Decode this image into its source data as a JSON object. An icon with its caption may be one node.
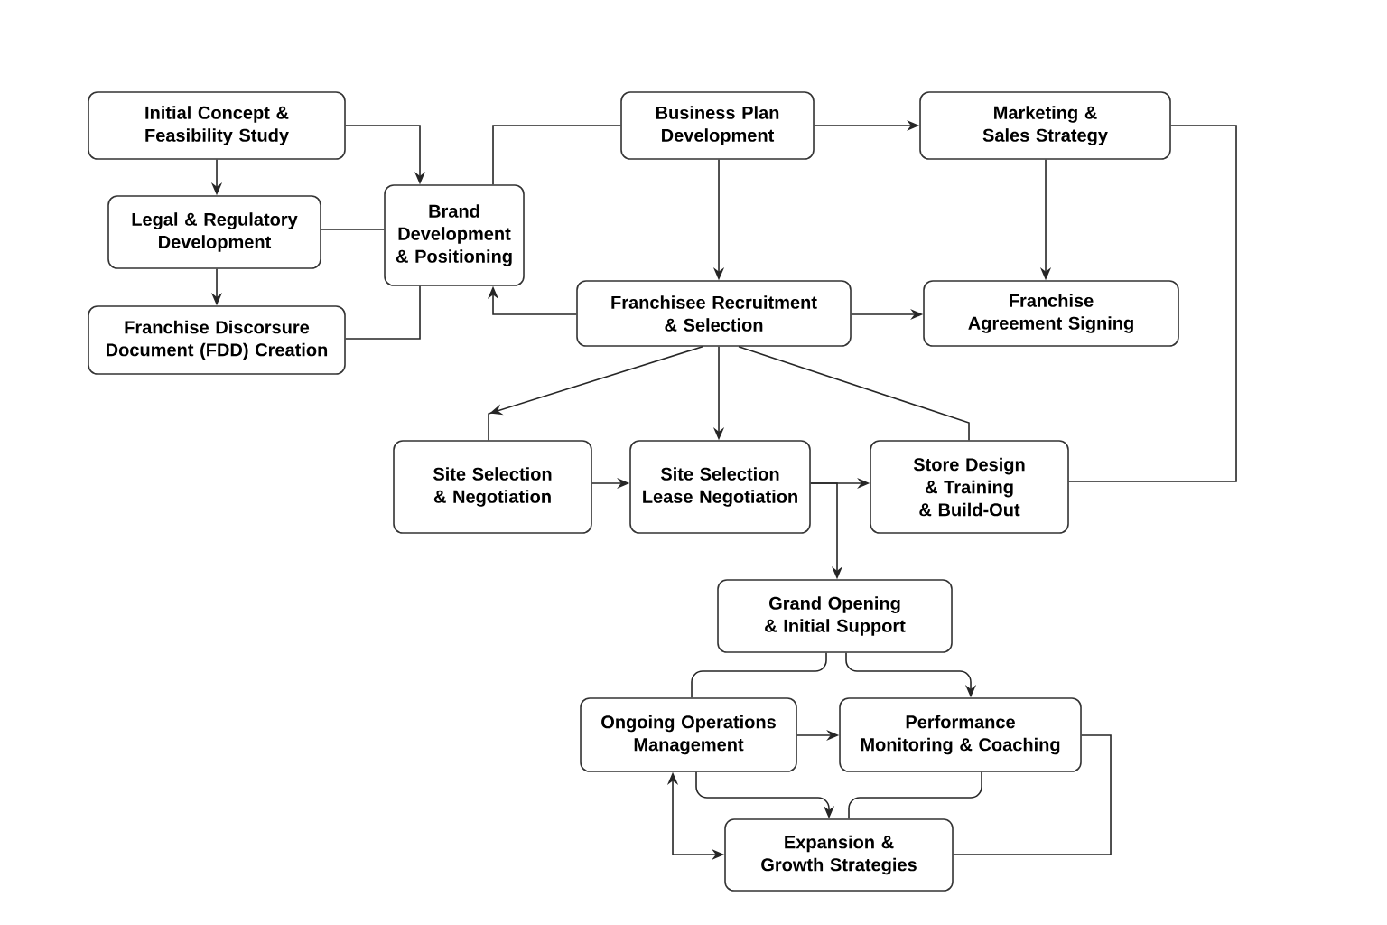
{
  "diagram": {
    "nodes": [
      {
        "text": [
          "Initial Concept & Feasibility Study"
        ]
      },
      {
        "text": [
          "Legal & Regulatory Development"
        ]
      },
      {
        "text": [
          "Franchise Discorsure Document (FDD) Creation"
        ]
      },
      {
        "text": [
          "Brand Development & Positioning"
        ]
      },
      {
        "text": [
          "Business Plan Development"
        ]
      },
      {
        "text": [
          "Marketing & Sales Strategy"
        ]
      },
      {
        "text": [
          "Franchisee Recruitment & Selection"
        ]
      },
      {
        "text": [
          "Franchise Agreement Signing"
        ]
      },
      {
        "text": [
          "Site Selection & Negotiation"
        ]
      },
      {
        "text": [
          "Site Selection Lease Negotiation"
        ]
      },
      {
        "text": [
          "Store Design & Training & Build-Out"
        ]
      },
      {
        "text": [
          "Grand Opening & Initial Support"
        ]
      },
      {
        "text": [
          "Ongoing Operations Management"
        ]
      },
      {
        "text": [
          "Performance Monitoring & Coaching"
        ]
      },
      {
        "text": [
          "Expansion & Growth Strategies"
        ]
      }
    ],
    "edges": [
      {
        "from": 0,
        "to": 1,
        "arrow": "to"
      },
      {
        "from": 1,
        "to": 2,
        "arrow": "to"
      },
      {
        "from": 0,
        "to": 3,
        "arrow": "to"
      },
      {
        "from": 1,
        "to": 3,
        "arrow": "none"
      },
      {
        "from": 2,
        "to": 3,
        "arrow": "none"
      },
      {
        "from": 3,
        "to": 4,
        "arrow": "none"
      },
      {
        "from": 4,
        "to": 5,
        "arrow": "to"
      },
      {
        "from": 4,
        "to": 6,
        "arrow": "to"
      },
      {
        "from": 5,
        "to": 7,
        "arrow": "to"
      },
      {
        "from": 6,
        "to": 3,
        "arrow": "to"
      },
      {
        "from": 6,
        "to": 7,
        "arrow": "to"
      },
      {
        "from": 6,
        "to": 8,
        "arrow": "to"
      },
      {
        "from": 6,
        "to": 9,
        "arrow": "to"
      },
      {
        "from": 6,
        "to": 10,
        "arrow": "none"
      },
      {
        "from": 5,
        "to": 10,
        "arrow": "none"
      },
      {
        "from": 8,
        "to": 9,
        "arrow": "to"
      },
      {
        "from": 9,
        "to": 10,
        "arrow": "to"
      },
      {
        "from": 9,
        "to": 11,
        "arrow": "to"
      },
      {
        "from": 11,
        "to": 12,
        "arrow": "none"
      },
      {
        "from": 11,
        "to": 13,
        "arrow": "to"
      },
      {
        "from": 12,
        "to": 13,
        "arrow": "to"
      },
      {
        "from": 12,
        "to": 14,
        "arrow": "to"
      },
      {
        "from": 13,
        "to": 14,
        "arrow": "none"
      },
      {
        "from": 13,
        "to": 14,
        "arrow": "none"
      },
      {
        "from": 14,
        "to": 12,
        "arrow": "both"
      }
    ]
  }
}
